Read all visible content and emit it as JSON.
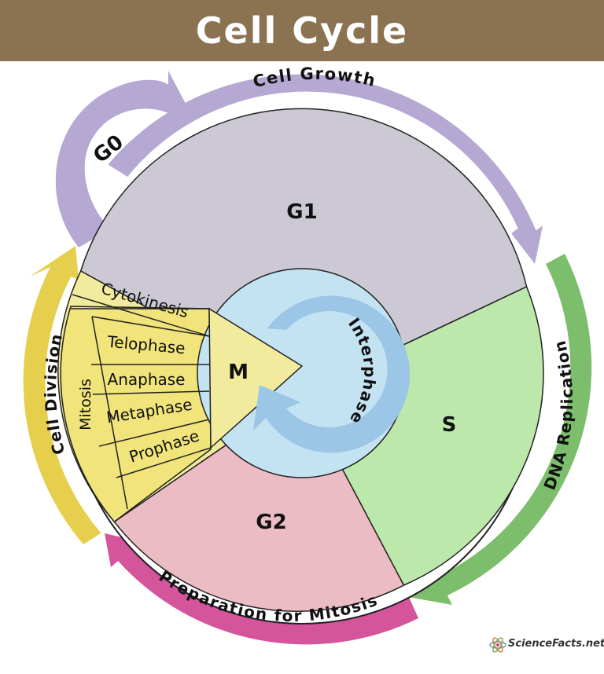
{
  "header": {
    "title": "Cell Cycle"
  },
  "phases": {
    "g0": "G0",
    "g1": "G1",
    "s": "S",
    "g2": "G2",
    "m": "M",
    "interphase": "Interphase"
  },
  "arcs": {
    "cell_growth": "Cell Growth",
    "dna_replication": "DNA Replication",
    "preparation": "Preparation for Mitosis",
    "cell_division": "Cell Division"
  },
  "m_phase": {
    "cytokinesis": "Cytokinesis",
    "mitosis": "Mitosis",
    "stages": [
      "Telophase",
      "Anaphase",
      "Metaphase",
      "Prophase"
    ]
  },
  "logo": {
    "text": "ScienceFacts.net",
    "icon": "atom-icon"
  },
  "colors": {
    "header": "#8b7250",
    "g1": "#ccc8d4",
    "s": "#bde8ab",
    "g2": "#ecbcc5",
    "m": "#f2eb9e",
    "mitosis_band": "#f0e47a",
    "interphase_disc": "#c3e3f3",
    "interphase_arrow": "#9bc6e6",
    "cell_growth_arrow": "#b5a8d2",
    "dna_replication_arrow": "#7dbe6c",
    "preparation_arrow": "#d4559c",
    "cell_division_arrow": "#e5cf4c"
  }
}
